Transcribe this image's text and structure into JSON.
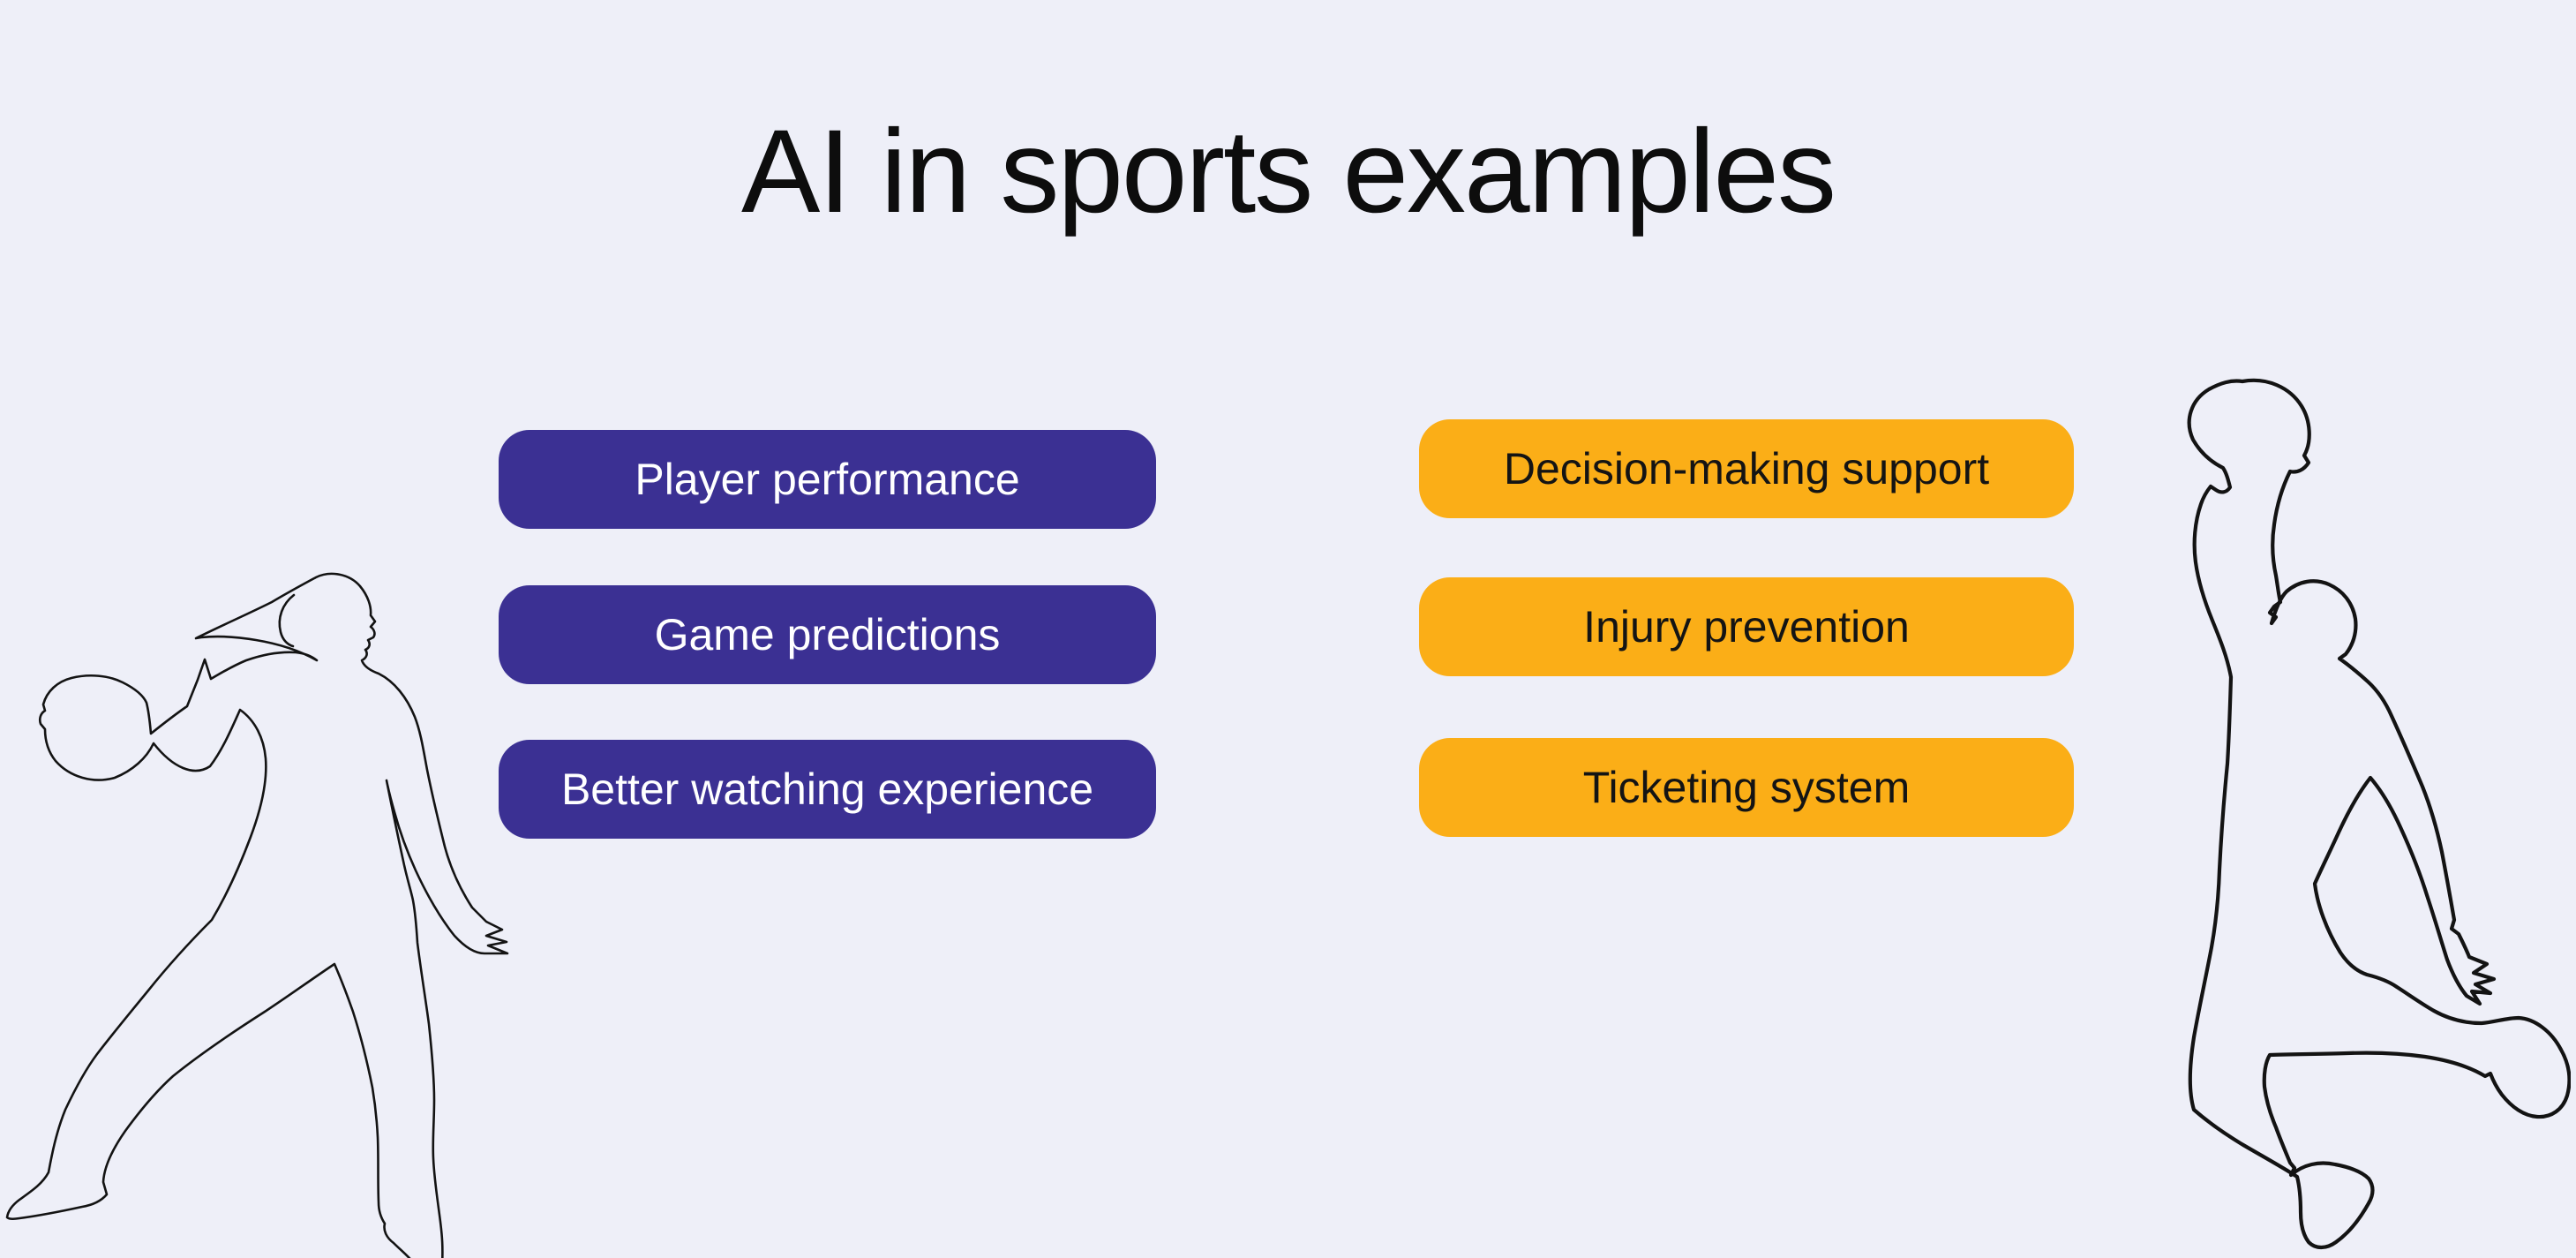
{
  "title": "AI in sports examples",
  "colors": {
    "background": "#EEEFF8",
    "purple": "#3B3093",
    "orange": "#FBAE17",
    "purple_text": "#FFFFFF",
    "orange_text": "#141414",
    "title_text": "#0D0D0D",
    "outline": "#131313"
  },
  "columns": {
    "left": {
      "items": [
        "Player performance",
        "Game predictions",
        "Better watching experience"
      ]
    },
    "right": {
      "items": [
        "Decision-making support",
        "Injury prevention",
        "Ticketing system"
      ]
    }
  },
  "illustrations": {
    "left": "female-basketball-player-dribbling-outline",
    "right": "basketball-player-dunking-outline"
  }
}
